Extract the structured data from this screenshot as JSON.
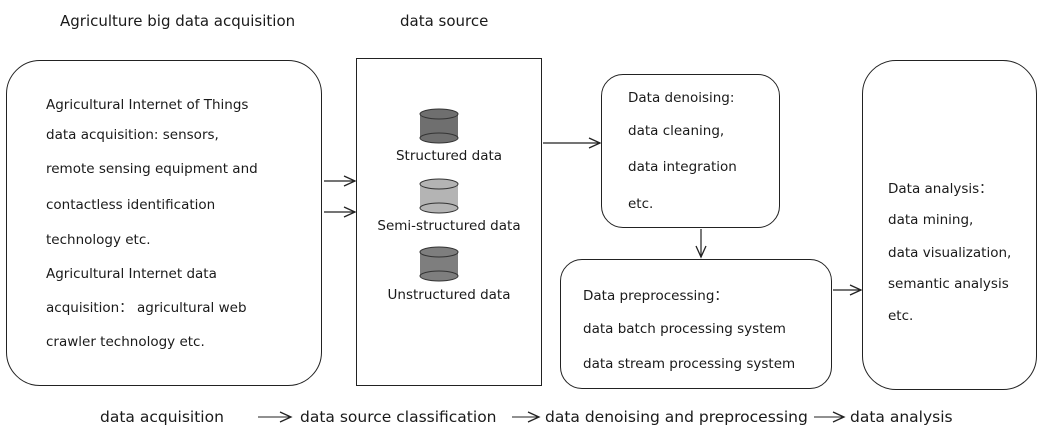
{
  "headers": {
    "acquisition": "Agriculture big data acquisition",
    "source": "data source"
  },
  "acquisition_box": {
    "lines": [
      "Agricultural Internet of Things",
      "data acquisition: sensors,",
      "remote sensing equipment and",
      "contactless identification",
      "technology etc.",
      "Agricultural Internet data",
      "acquisition： agricultural web",
      "crawler technology etc."
    ]
  },
  "source_box": {
    "items": [
      {
        "label": "Structured data",
        "icon": "database-cylinder-icon",
        "color": "#6f6f6f"
      },
      {
        "label": "Semi-structured data",
        "icon": "database-cylinder-icon",
        "color": "#b4b4b4"
      },
      {
        "label": "Unstructured data",
        "icon": "database-cylinder-icon",
        "color": "#7e7e7e"
      }
    ]
  },
  "denoising_box": {
    "lines": [
      "Data denoising:",
      "data cleaning,",
      "data integration",
      "etc."
    ]
  },
  "preprocessing_box": {
    "lines": [
      "Data preprocessing：",
      "data batch processing system",
      "data stream processing system"
    ]
  },
  "analysis_box": {
    "lines": [
      "Data analysis：",
      "data mining,",
      "data visualization,",
      "semantic analysis",
      "etc."
    ]
  },
  "flow": {
    "steps": [
      "data acquisition",
      "data source classification",
      "data denoising and preprocessing",
      "data analysis"
    ]
  }
}
